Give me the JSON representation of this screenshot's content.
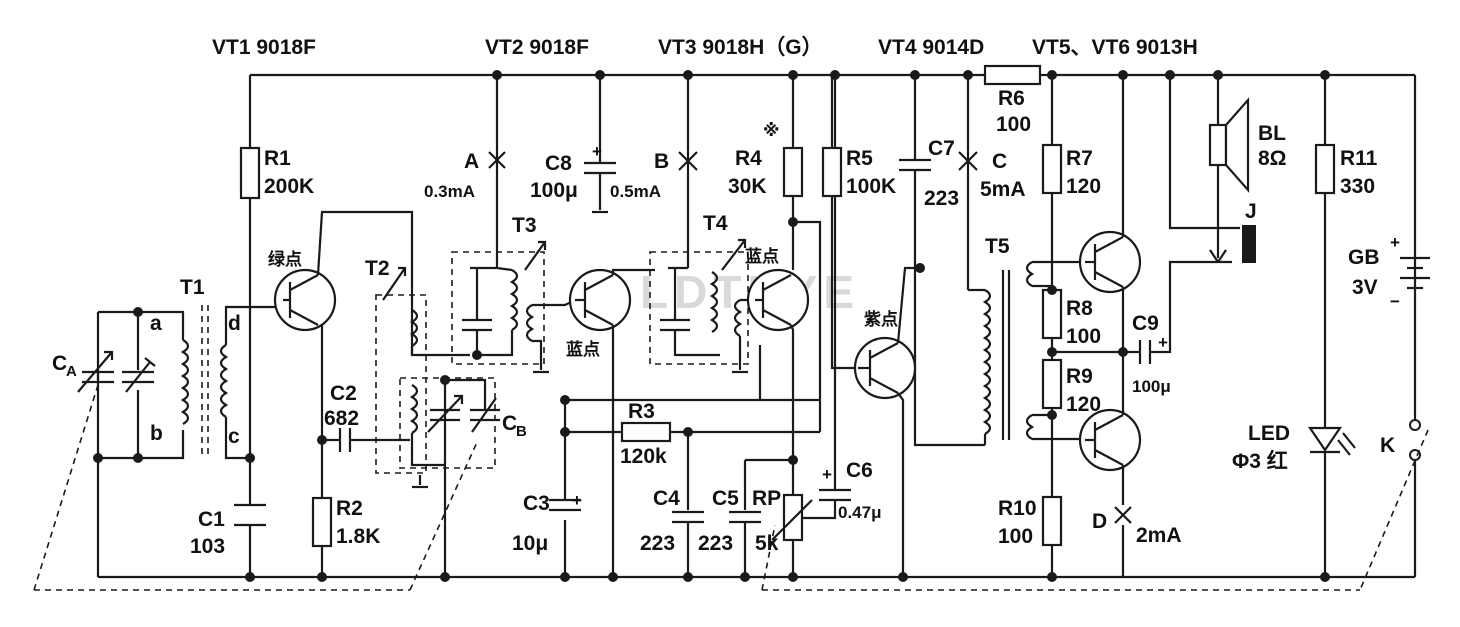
{
  "header_labels": {
    "vt1": "VT1 9018F",
    "vt2": "VT2  9018F",
    "vt3": "VT3  9018H（G）",
    "vt4": "VT4  9014D",
    "vt56": "VT5、VT6  9013H"
  },
  "resistors": {
    "r1_name": "R1",
    "r1_val": "200K",
    "r2_name": "R2",
    "r2_val": "1.8K",
    "r3_name": "R3",
    "r3_val": "120k",
    "r4_mark": "※",
    "r4_name": "R4",
    "r4_val": "30K",
    "r5_name": "R5",
    "r5_val": "100K",
    "r6_name": "R6",
    "r6_val": "100",
    "r7_name": "R7",
    "r7_val": "120",
    "r8_name": "R8",
    "r8_val": "100",
    "r9_name": "R9",
    "r9_val": "120",
    "r10_name": "R10",
    "r10_val": "100",
    "r11_name": "R11",
    "r11_val": "330"
  },
  "capacitors": {
    "ca": "C",
    "ca_sub": "A",
    "cb": "C",
    "cb_sub": "B",
    "c1_name": "C1",
    "c1_val": "103",
    "c2_name": "C2",
    "c2_val": "682",
    "c3_name": "C3",
    "c3_val": "10μ",
    "c4_name": "C4",
    "c4_val": "223",
    "c5_name": "C5",
    "c5_val": "223",
    "c6_name": "C6",
    "c6_val": "0.47μ",
    "c7_name": "C7",
    "c7_val": "223",
    "c8_name": "C8",
    "c8_val": "100μ",
    "c9_name": "C9",
    "c9_val": "100μ",
    "plus": "+"
  },
  "transformers": {
    "t1": "T1",
    "t2": "T2",
    "t3": "T3",
    "t4": "T4",
    "t5": "T5",
    "pin_a": "a",
    "pin_b": "b",
    "pin_c": "c",
    "pin_d": "d"
  },
  "test_points": {
    "a_name": "A",
    "a_val": "0.3mA",
    "b_name": "B",
    "b_val": "0.5mA",
    "c_name": "C",
    "c_val": "5mA",
    "d_name": "D",
    "d_val": "2mA"
  },
  "dot_marks": {
    "green": "绿点",
    "blue1": "蓝点",
    "blue2": "蓝点",
    "purple": "紫点"
  },
  "others": {
    "rp_name": "RP",
    "rp_val": "5k",
    "bl_name": "BL",
    "bl_val": "8Ω",
    "jack": "J",
    "gb_name": "GB",
    "gb_val": "3V",
    "led_name": "LED",
    "led_val": "Φ3 红",
    "switch": "K",
    "minus": "−"
  },
  "watermark": "LDTHYE"
}
